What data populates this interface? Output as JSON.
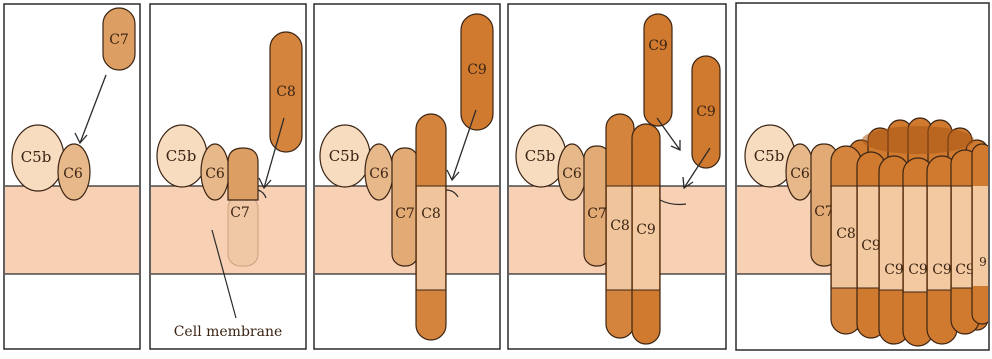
{
  "labels": {
    "c5b": "C5b",
    "c6": "C6",
    "c7": "C7",
    "c8": "C8",
    "c9": "C9",
    "membrane": "Cell membrane"
  },
  "colors": {
    "membrane": "#f8d1b4",
    "c5b": "#f7dcc0",
    "c6": "#e7b88a",
    "c7": "#dc9e62",
    "c8": "#d4843c",
    "c9": "#d07a30",
    "c9_cap": "#c36c20",
    "c9_light": "#f3c9a2",
    "outline": "#3b2414"
  }
}
